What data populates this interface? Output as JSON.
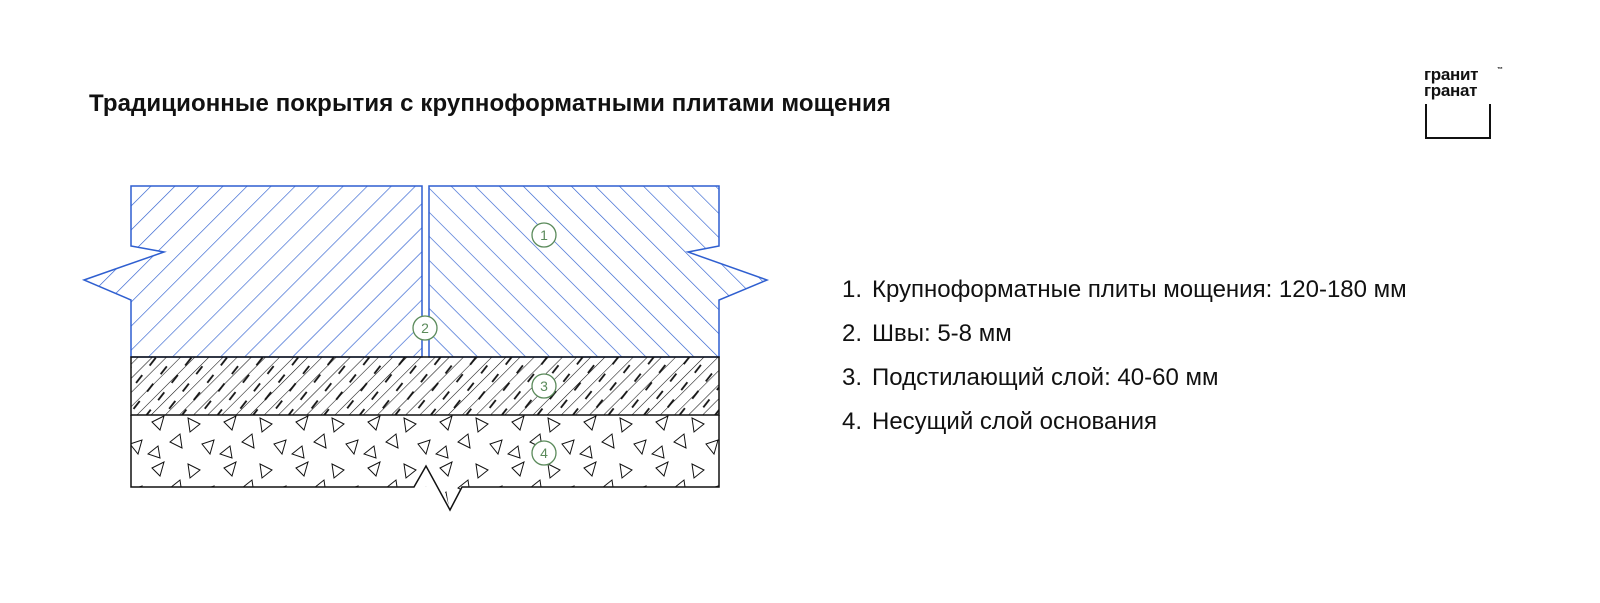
{
  "title": "Традиционные покрытия с крупноформатными плитами мощения",
  "logo": {
    "line1": "гранит",
    "line2": "гранат",
    "mark": "™"
  },
  "callouts": [
    "1",
    "2",
    "3",
    "4"
  ],
  "legend": [
    {
      "num": "1.",
      "text": "Крупноформатные плиты мощения: 120-180 мм"
    },
    {
      "num": "2.",
      "text": "Швы: 5-8 мм"
    },
    {
      "num": "3.",
      "text": "Подстилающий слой: 40-60 мм"
    },
    {
      "num": "4.",
      "text": "Несущий слой основания"
    }
  ],
  "colors": {
    "slab_stroke": "#2f5fd0",
    "line": "#111111",
    "callout": "#5a8a5a"
  }
}
